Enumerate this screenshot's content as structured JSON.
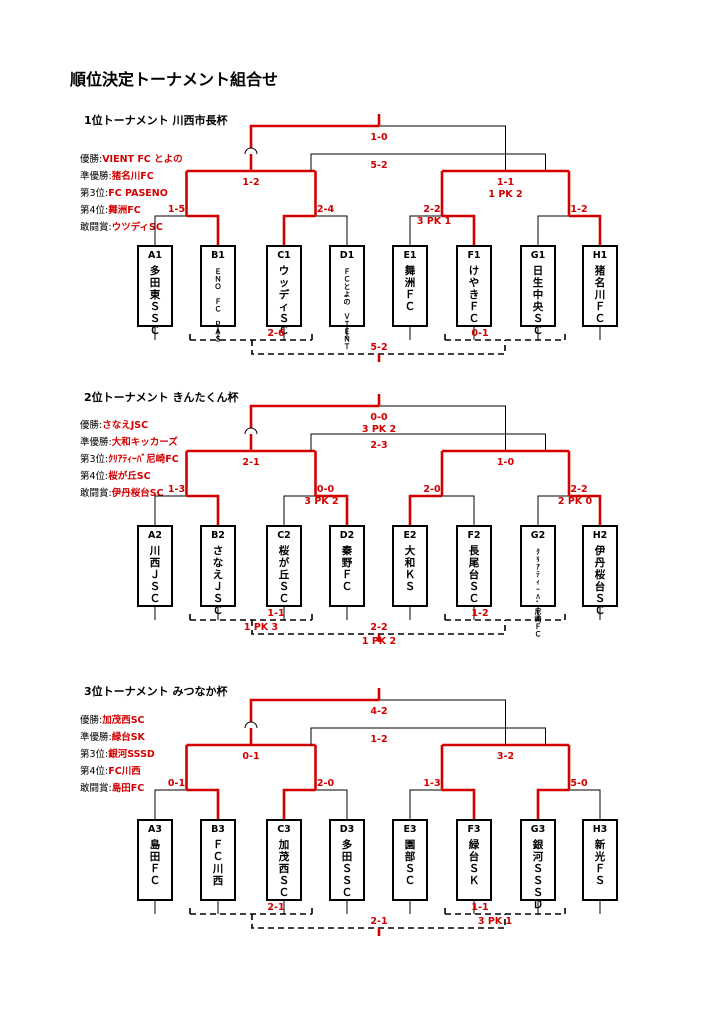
{
  "page_title": "順位決定トーナメント組合せ",
  "tournaments": [
    {
      "title": "1位トーナメント 川西市長杯",
      "results": [
        {
          "label": "優勝:",
          "value": "VIENT FC とよの"
        },
        {
          "label": "準優勝:",
          "value": "猪名川FC"
        },
        {
          "label": "第3位:",
          "value": "FC PASENO"
        },
        {
          "label": "第4位:",
          "value": "舞洲FC"
        },
        {
          "label": "敢闘賞:",
          "value": "ウツディSC"
        }
      ],
      "teams": [
        {
          "code": "A1",
          "name": "多田東ＳＳＣ"
        },
        {
          "code": "B1",
          "name": "ＥＮＯ ＦＣ ＰＡＳ"
        },
        {
          "code": "C1",
          "name": "ウッディＳＣ"
        },
        {
          "code": "D1",
          "name": "ＦＣとよの ＶＩＥＮＴ"
        },
        {
          "code": "E1",
          "name": "舞洲ＦＣ"
        },
        {
          "code": "F1",
          "name": "けやきＦＣ"
        },
        {
          "code": "G1",
          "name": "日生中央ＳＣ"
        },
        {
          "code": "H1",
          "name": "猪名川ＦＣ"
        }
      ],
      "scores": {
        "r1_ab": "1-5",
        "r1_cd": "2-4",
        "r1_ef": "2-2",
        "r1_ef_pk": "3 PK 1",
        "r1_gh": "1-2",
        "semi_left": "1-2",
        "semi_right": "1-1",
        "semi_right_pk": "1 PK 2",
        "final": "1-0",
        "third": "5-2",
        "cons_left": "2-6",
        "cons_right": "0-1",
        "cons_final": "5-2"
      }
    },
    {
      "title": "2位トーナメント きんたくん杯",
      "results": [
        {
          "label": "優勝:",
          "value": "さなえJSC"
        },
        {
          "label": "準優勝:",
          "value": "大和キッカーズ"
        },
        {
          "label": "第3位:",
          "value": "ｸﾘｱﾃｨｰﾊﾞ尼崎FC"
        },
        {
          "label": "第4位:",
          "value": "桜が丘SC"
        },
        {
          "label": "敢闘賞:",
          "value": "伊丹桜台SC"
        }
      ],
      "teams": [
        {
          "code": "A2",
          "name": "川西ＪＳＣ"
        },
        {
          "code": "B2",
          "name": "さなえＪＳＣ"
        },
        {
          "code": "C2",
          "name": "桜が丘ＳＣ"
        },
        {
          "code": "D2",
          "name": "秦野ＦＣ"
        },
        {
          "code": "E2",
          "name": "大和ＫＳ"
        },
        {
          "code": "F2",
          "name": "長尾台ＳＣ"
        },
        {
          "code": "G2",
          "name": "ｸﾘｱﾃｨｰﾊﾞ尼崎ＦＣ"
        },
        {
          "code": "H2",
          "name": "伊丹桜台ＳＣ"
        }
      ],
      "scores": {
        "r1_ab": "1-3",
        "r1_cd": "0-0",
        "r1_cd_pk": "3 PK 2",
        "r1_ef": "2-0",
        "r1_gh": "2-2",
        "r1_gh_pk": "2 PK 0",
        "semi_left": "2-1",
        "semi_right": "1-0",
        "final": "0-0",
        "final_pk": "3 PK 2",
        "third": "2-3",
        "cons_left": "1-1",
        "cons_left_pk": "1 PK 3",
        "cons_right": "1-2",
        "cons_final": "2-2",
        "cons_final_pk": "1 PK 2"
      }
    },
    {
      "title": "3位トーナメント みつなか杯",
      "results": [
        {
          "label": "優勝:",
          "value": "加茂西SC"
        },
        {
          "label": "準優勝:",
          "value": "緑台SK"
        },
        {
          "label": "第3位:",
          "value": "銀河SSSD"
        },
        {
          "label": "第4位:",
          "value": "FC川西"
        },
        {
          "label": "敢闘賞:",
          "value": "島田FC"
        }
      ],
      "teams": [
        {
          "code": "A3",
          "name": "島田ＦＣ"
        },
        {
          "code": "B3",
          "name": "ＦＣ川西"
        },
        {
          "code": "C3",
          "name": "加茂西ＳＣ"
        },
        {
          "code": "D3",
          "name": "多田ＳＳＣ"
        },
        {
          "code": "E3",
          "name": "園部ＳＣ"
        },
        {
          "code": "F3",
          "name": "緑台ＳＫ"
        },
        {
          "code": "G3",
          "name": "銀河ＳＳＳＤ"
        },
        {
          "code": "H3",
          "name": "新光ＦＳ"
        }
      ],
      "scores": {
        "r1_ab": "0-1",
        "r1_cd": "2-0",
        "r1_ef": "1-3",
        "r1_gh": "5-0",
        "semi_left": "0-1",
        "semi_right": "3-2",
        "final": "4-2",
        "third": "1-2",
        "cons_left": "2-1",
        "cons_right": "1-1",
        "cons_right_pk": "3 PK 1",
        "cons_final": "2-1"
      }
    }
  ]
}
